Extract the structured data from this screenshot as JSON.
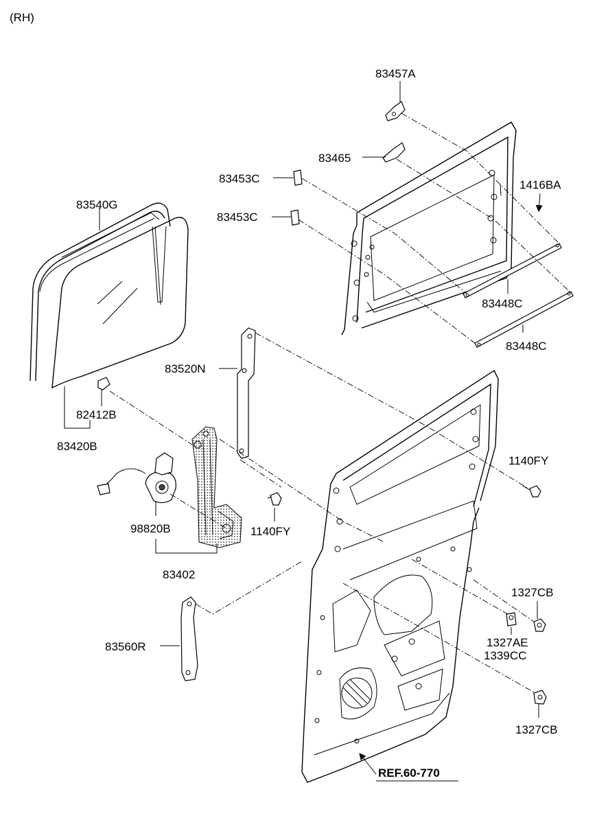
{
  "header": {
    "side": "(RH)"
  },
  "labels": {
    "p83457A": "83457A",
    "p83465": "83465",
    "p83453C_1": "83453C",
    "p83453C_2": "83453C",
    "p1416BA": "1416BA",
    "p83448C_1": "83448C",
    "p83448C_2": "83448C",
    "p83540G": "83540G",
    "p83520N": "83520N",
    "p82412B": "82412B",
    "p83420B": "83420B",
    "p1140FY_1": "1140FY",
    "p1140FY_2": "1140FY",
    "p98820B": "98820B",
    "p83402": "83402",
    "p1327CB_1": "1327CB",
    "p1327AE": "1327AE",
    "p1339CC": "1339CC",
    "p83560R": "83560R",
    "p1327CB_2": "1327CB",
    "ref": "REF.60-770"
  }
}
